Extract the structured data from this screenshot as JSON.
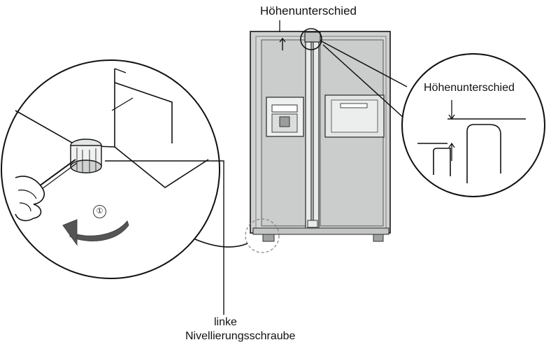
{
  "labels": {
    "height_difference_top": "Höhenunterschied",
    "height_difference_detail": "Höhenunterschied",
    "leveling_screw_line1": "linke",
    "leveling_screw_line2": "Nivellierungsschraube",
    "step_number": "①"
  },
  "colors": {
    "fridge_body": "#cfd2d1",
    "fridge_outline": "#2b2b2b",
    "panel": "#d9dbda",
    "arrow": "#555555",
    "line": "#111111"
  }
}
